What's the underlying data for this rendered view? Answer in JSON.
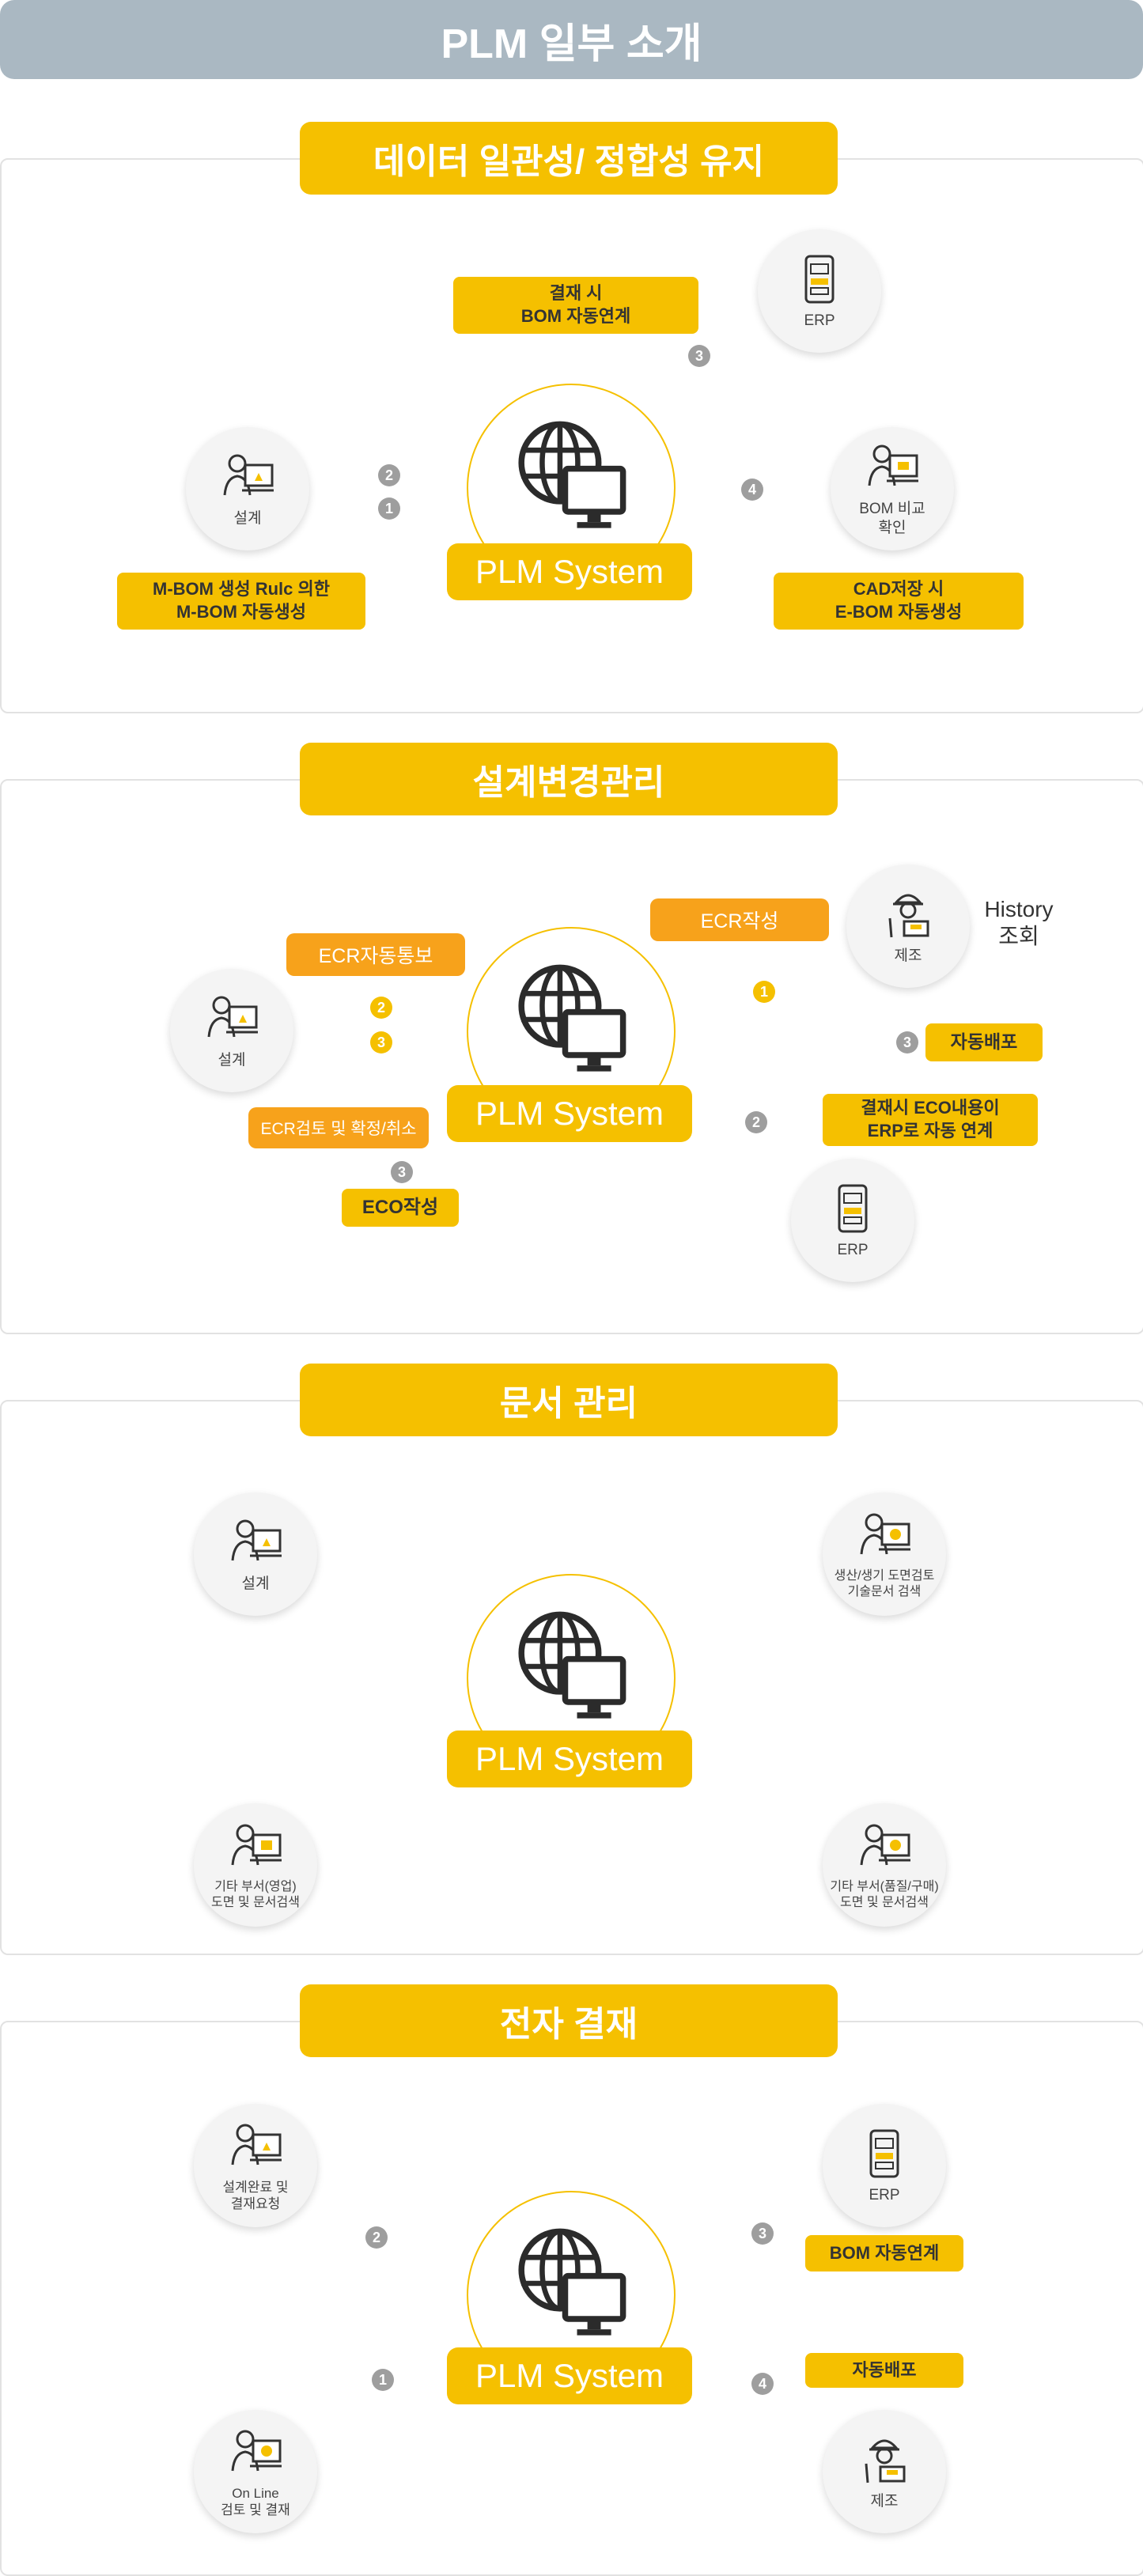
{
  "header": {
    "title": "PLM 일부 소개"
  },
  "plm_label": "PLM System",
  "sections": [
    {
      "title": "데이터 일관성/ 정합성 유지",
      "nodes": {
        "design": "설계",
        "erp": "ERP",
        "bom_check": "BOM 비교\n확인"
      },
      "boxes": {
        "approval_bom": "결재 시\nBOM 자동연계",
        "mbom": "M-BOM 생성 Rulc 의한\nM-BOM 자동생성",
        "ebom": "CAD저장 시\nE-BOM 자동생성"
      },
      "numbers": [
        "1",
        "2",
        "3",
        "4"
      ]
    },
    {
      "title": "설계변경관리",
      "nodes": {
        "design": "설계",
        "manufacturing": "제조",
        "erp": "ERP"
      },
      "boxes": {
        "ecr_notify": "ECR자동통보",
        "ecr_write": "ECR작성",
        "ecr_review": "ECR검토 및 확정/취소",
        "eco_write": "ECO작성",
        "auto_dist": "자동배포",
        "eco_erp": "결재시 ECO내용이\nERP로 자동 연계"
      },
      "history": "History\n조회",
      "numbers": [
        "1",
        "2",
        "3"
      ]
    },
    {
      "title": "문서 관리",
      "nodes": {
        "design": "설계",
        "production": "생산/생기 도면검토\n기술문서 검색",
        "other_sales": "기타 부서(영업)\n도면 및 문서검색",
        "other_quality": "기타 부서(품질/구매)\n도면 및 문서검색"
      }
    },
    {
      "title": "전자 결재",
      "nodes": {
        "design_done": "설계완료 및\n결재요청",
        "erp": "ERP",
        "online": "On Line\n검토 및 결재",
        "manufacturing": "제조"
      },
      "boxes": {
        "bom_link": "BOM 자동연계",
        "auto_dist": "자동배포"
      },
      "numbers": [
        "1",
        "2",
        "3",
        "4"
      ]
    }
  ]
}
